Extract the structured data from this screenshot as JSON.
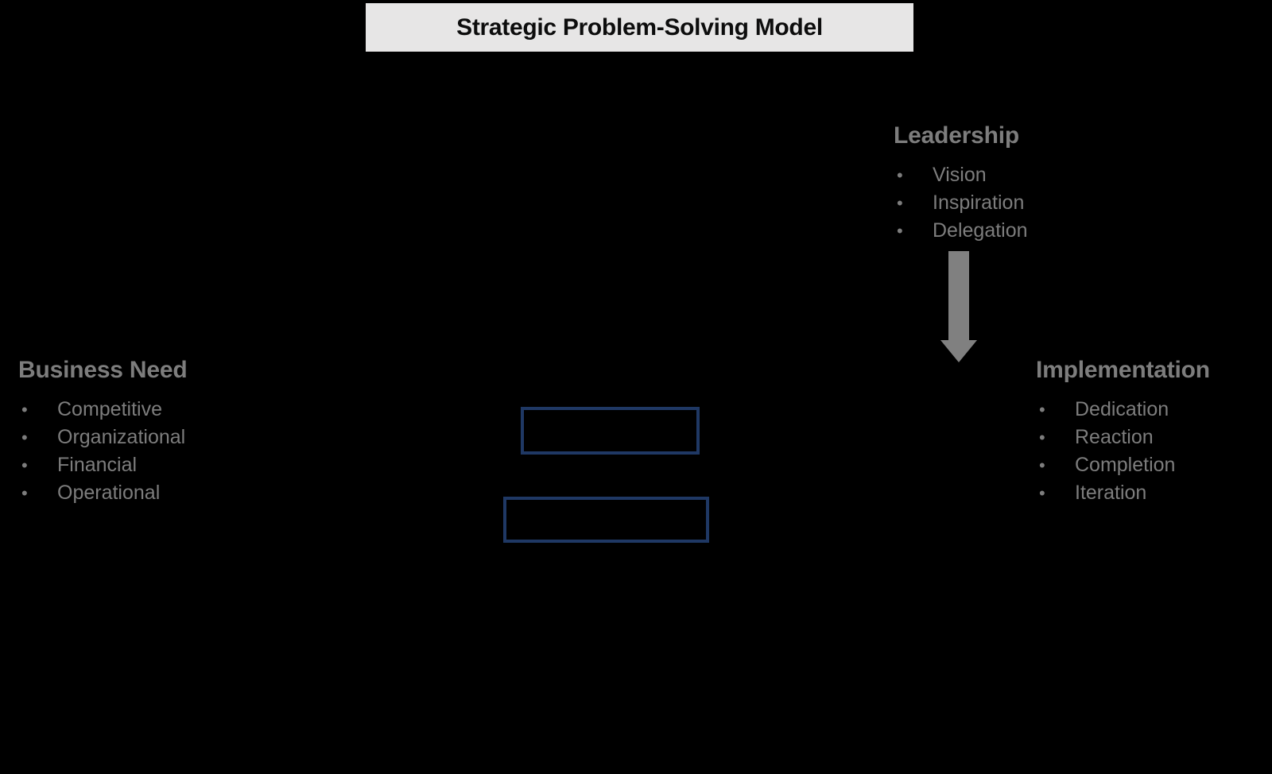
{
  "title": "Strategic Problem-Solving Model",
  "colors": {
    "background": "#000000",
    "title_bg": "#e7e6e6",
    "title_text": "#0d0d0d",
    "gray_text": "#7d7d7d",
    "arrow": "#808080",
    "box_border": "#1f3864"
  },
  "sections": {
    "leadership": {
      "heading": "Leadership",
      "items": [
        "Vision",
        "Inspiration",
        "Delegation"
      ]
    },
    "business_need": {
      "heading": "Business Need",
      "items": [
        "Competitive",
        "Organizational",
        "Financial",
        "Operational"
      ]
    },
    "implementation": {
      "heading": "Implementation",
      "items": [
        "Dedication",
        "Reaction",
        "Completion",
        "Iteration"
      ]
    }
  },
  "bullet_glyph": "•",
  "arrow": {
    "direction": "down"
  },
  "boxes": [
    {
      "label": ""
    },
    {
      "label": ""
    }
  ]
}
